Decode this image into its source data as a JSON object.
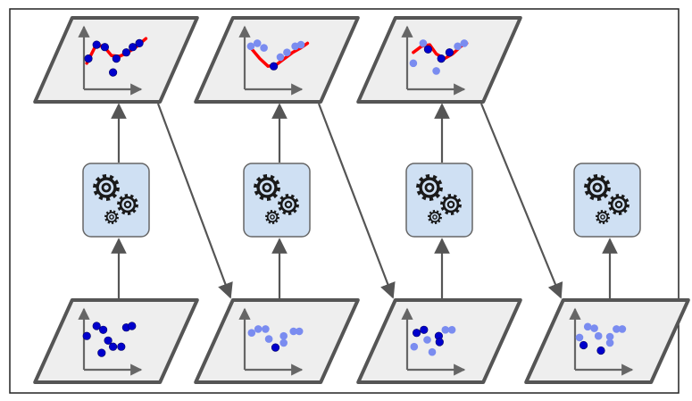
{
  "diagram": {
    "type": "boosting-pipeline",
    "colors": {
      "frame": "#222222",
      "panel_fill": "#eeeeee",
      "panel_stroke": "#555555",
      "arrow": "#555555",
      "predictor_fill": "#cfe0f3",
      "predictor_stroke": "#666666",
      "gear": "#1a1a1a",
      "fit_curve": "#ff0000",
      "point_dark": "#0000cc",
      "point_light": "#7a8cf0"
    },
    "icons": [
      "gear-icon",
      "axes-icon"
    ],
    "stages": [
      {
        "index": 1,
        "input_points": [
          {
            "x": 1.0,
            "y": 4.4,
            "tone": "dark"
          },
          {
            "x": 2.2,
            "y": 5.7,
            "tone": "dark"
          },
          {
            "x": 3.0,
            "y": 5.2,
            "tone": "dark"
          },
          {
            "x": 3.6,
            "y": 3.8,
            "tone": "dark"
          },
          {
            "x": 2.8,
            "y": 2.2,
            "tone": "dark"
          },
          {
            "x": 4.2,
            "y": 3.0,
            "tone": "dark"
          },
          {
            "x": 5.2,
            "y": 3.0,
            "tone": "dark"
          },
          {
            "x": 5.8,
            "y": 5.5,
            "tone": "dark"
          },
          {
            "x": 6.5,
            "y": 5.7,
            "tone": "dark"
          }
        ],
        "output_points": [
          {
            "x": 1.2,
            "y": 4.0,
            "tone": "dark"
          },
          {
            "x": 2.2,
            "y": 5.8,
            "tone": "dark"
          },
          {
            "x": 3.2,
            "y": 5.5,
            "tone": "dark"
          },
          {
            "x": 4.2,
            "y": 2.2,
            "tone": "dark"
          },
          {
            "x": 4.6,
            "y": 4.0,
            "tone": "dark"
          },
          {
            "x": 5.8,
            "y": 4.8,
            "tone": "dark"
          },
          {
            "x": 6.6,
            "y": 5.5,
            "tone": "dark"
          },
          {
            "x": 7.4,
            "y": 6.0,
            "tone": "dark"
          }
        ],
        "fit_curve": [
          [
            1.0,
            3.4
          ],
          [
            2.0,
            5.5
          ],
          [
            3.0,
            5.7
          ],
          [
            4.0,
            4.4
          ],
          [
            5.0,
            4.3
          ],
          [
            6.0,
            4.8
          ],
          [
            7.0,
            5.5
          ],
          [
            8.2,
            6.6
          ]
        ]
      },
      {
        "index": 2,
        "input_points": [
          {
            "x": 1.5,
            "y": 4.8,
            "tone": "light"
          },
          {
            "x": 2.3,
            "y": 5.3,
            "tone": "light"
          },
          {
            "x": 3.2,
            "y": 5.3,
            "tone": "light"
          },
          {
            "x": 3.6,
            "y": 4.0,
            "tone": "light"
          },
          {
            "x": 4.4,
            "y": 2.9,
            "tone": "dark"
          },
          {
            "x": 5.4,
            "y": 4.4,
            "tone": "light"
          },
          {
            "x": 5.4,
            "y": 3.5,
            "tone": "light"
          },
          {
            "x": 6.6,
            "y": 5.0,
            "tone": "light"
          },
          {
            "x": 7.3,
            "y": 5.0,
            "tone": "light"
          }
        ],
        "output_points": [
          {
            "x": 1.4,
            "y": 5.6,
            "tone": "light"
          },
          {
            "x": 2.2,
            "y": 6.0,
            "tone": "light"
          },
          {
            "x": 3.0,
            "y": 5.4,
            "tone": "light"
          },
          {
            "x": 4.2,
            "y": 3.0,
            "tone": "dark"
          },
          {
            "x": 5.0,
            "y": 4.2,
            "tone": "light"
          },
          {
            "x": 5.8,
            "y": 4.8,
            "tone": "light"
          },
          {
            "x": 6.8,
            "y": 5.6,
            "tone": "light"
          },
          {
            "x": 7.5,
            "y": 5.8,
            "tone": "light"
          }
        ],
        "fit_curve": [
          [
            1.4,
            5.4
          ],
          [
            2.5,
            4.0
          ],
          [
            3.5,
            3.0
          ],
          [
            4.5,
            3.2
          ],
          [
            5.5,
            4.0
          ],
          [
            6.5,
            4.8
          ],
          [
            7.5,
            5.4
          ],
          [
            8.3,
            6.0
          ]
        ]
      },
      {
        "index": 3,
        "input_points": [
          {
            "x": 1.8,
            "y": 4.8,
            "tone": "dark"
          },
          {
            "x": 2.7,
            "y": 5.2,
            "tone": "dark"
          },
          {
            "x": 3.1,
            "y": 3.9,
            "tone": "light"
          },
          {
            "x": 1.5,
            "y": 3.0,
            "tone": "light"
          },
          {
            "x": 3.7,
            "y": 2.3,
            "tone": "light"
          },
          {
            "x": 4.5,
            "y": 4.4,
            "tone": "dark"
          },
          {
            "x": 4.6,
            "y": 3.6,
            "tone": "dark"
          },
          {
            "x": 5.3,
            "y": 5.2,
            "tone": "light"
          },
          {
            "x": 6.1,
            "y": 5.2,
            "tone": "light"
          }
        ],
        "output_points": [
          {
            "x": 1.4,
            "y": 3.4,
            "tone": "light"
          },
          {
            "x": 2.6,
            "y": 6.0,
            "tone": "light"
          },
          {
            "x": 3.2,
            "y": 5.2,
            "tone": "dark"
          },
          {
            "x": 4.2,
            "y": 2.4,
            "tone": "light"
          },
          {
            "x": 4.8,
            "y": 4.0,
            "tone": "dark"
          },
          {
            "x": 5.8,
            "y": 4.8,
            "tone": "dark"
          },
          {
            "x": 6.8,
            "y": 5.6,
            "tone": "light"
          },
          {
            "x": 7.6,
            "y": 6.0,
            "tone": "light"
          }
        ],
        "fit_curve": [
          [
            1.4,
            4.8
          ],
          [
            2.4,
            5.6
          ],
          [
            3.4,
            5.8
          ],
          [
            4.2,
            4.6
          ],
          [
            5.2,
            4.0
          ],
          [
            6.2,
            4.6
          ],
          [
            7.2,
            5.6
          ],
          [
            7.9,
            6.0
          ]
        ]
      },
      {
        "index": 4,
        "input_points": [
          {
            "x": 1.2,
            "y": 4.2,
            "tone": "light"
          },
          {
            "x": 2.2,
            "y": 5.6,
            "tone": "light"
          },
          {
            "x": 3.0,
            "y": 5.4,
            "tone": "light"
          },
          {
            "x": 3.5,
            "y": 4.4,
            "tone": "light"
          },
          {
            "x": 1.7,
            "y": 3.2,
            "tone": "dark"
          },
          {
            "x": 3.8,
            "y": 2.5,
            "tone": "dark"
          },
          {
            "x": 4.9,
            "y": 4.3,
            "tone": "light"
          },
          {
            "x": 4.9,
            "y": 3.5,
            "tone": "light"
          },
          {
            "x": 5.7,
            "y": 5.3,
            "tone": "light"
          },
          {
            "x": 6.4,
            "y": 5.3,
            "tone": "light"
          }
        ],
        "output_points": [],
        "fit_curve": []
      }
    ]
  }
}
